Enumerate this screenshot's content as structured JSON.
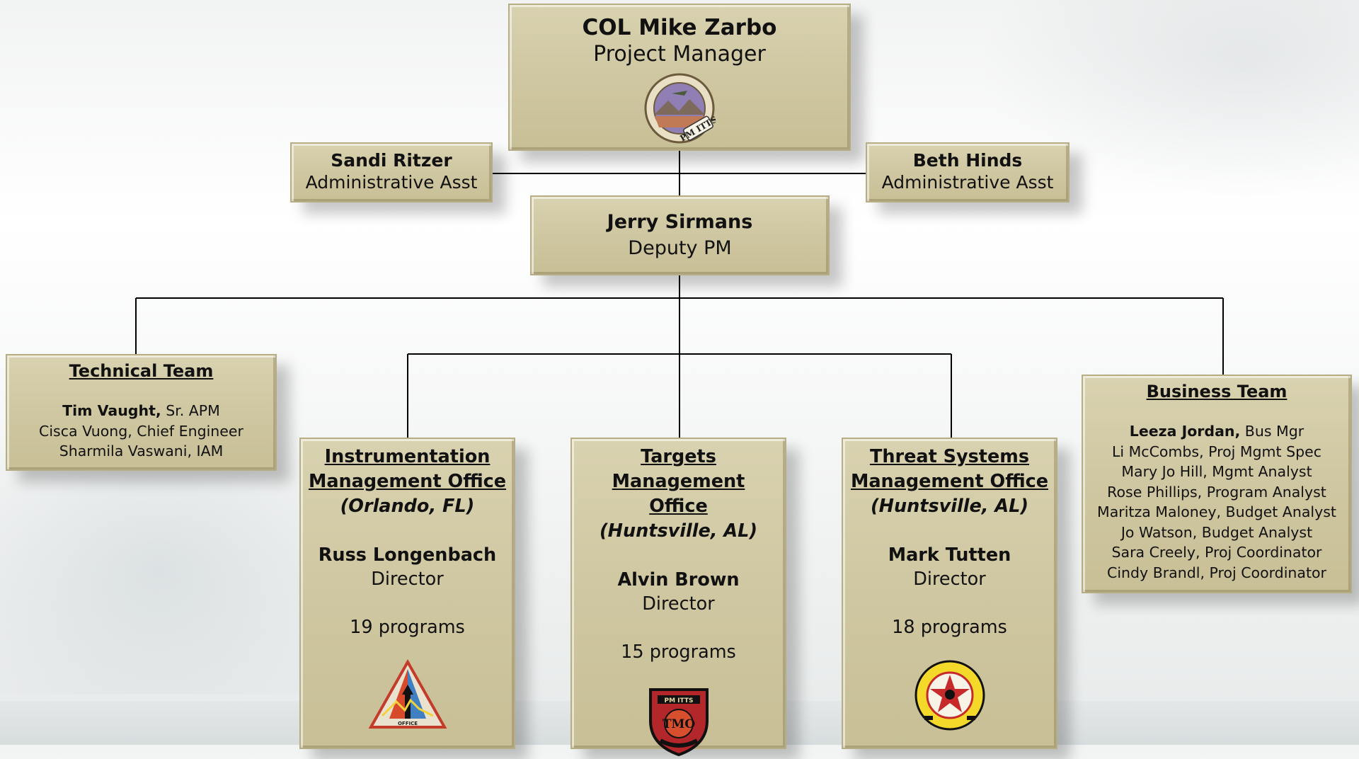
{
  "project_manager": {
    "name": "COL Mike Zarbo",
    "role": "Project Manager",
    "logo_icon": "pm-itts-seal",
    "logo_text": "PM ITTS"
  },
  "admin_assistants": [
    {
      "name": "Sandi Ritzer",
      "role": "Administrative Asst"
    },
    {
      "name": "Beth Hinds",
      "role": "Administrative Asst"
    }
  ],
  "deputy": {
    "name": "Jerry Sirmans",
    "role": "Deputy PM"
  },
  "technical_team": {
    "title": "Technical Team",
    "lead_name": "Tim Vaught,",
    "lead_role": " Sr. APM",
    "members": [
      "Cisca Vuong, Chief Engineer",
      "Sharmila Vaswani, IAM"
    ]
  },
  "business_team": {
    "title": "Business Team",
    "lead_name": "Leeza Jordan,",
    "lead_role": " Bus Mgr",
    "members": [
      "Li McCombs, Proj Mgmt Spec",
      "Mary Jo Hill, Mgmt Analyst",
      "Rose Phillips, Program Analyst",
      "Maritza Maloney, Budget Analyst",
      "Jo Watson, Budget Analyst",
      "Sara Creely, Proj Coordinator",
      "Cindy Brandl, Proj Coordinator"
    ]
  },
  "offices": [
    {
      "title_line1": "Instrumentation",
      "title_line2": "Management Office",
      "location": "(Orlando, FL)",
      "director": "Russ Longenbach",
      "role": "Director",
      "programs": "19 programs",
      "logo_icon": "instrumentation-office-triangle",
      "logo_text": "OFFICE"
    },
    {
      "title_line1": "Targets Management",
      "title_line2": "Office",
      "location": "(Huntsville, AL)",
      "director": "Alvin Brown",
      "role": "Director",
      "programs": "15 programs",
      "logo_icon": "tmo-shield",
      "logo_text": "TMO",
      "logo_top_text": "PM ITTS"
    },
    {
      "title_line1": "Threat Systems",
      "title_line2": "Management Office",
      "location": "(Huntsville, AL)",
      "director": "Mark Tutten",
      "role": "Director",
      "programs": "18 programs",
      "logo_icon": "threat-systems-star-seal"
    }
  ],
  "colors": {
    "box_fill": "#cfc7a1",
    "box_border": "#b7ad84",
    "connector": "#000000"
  }
}
